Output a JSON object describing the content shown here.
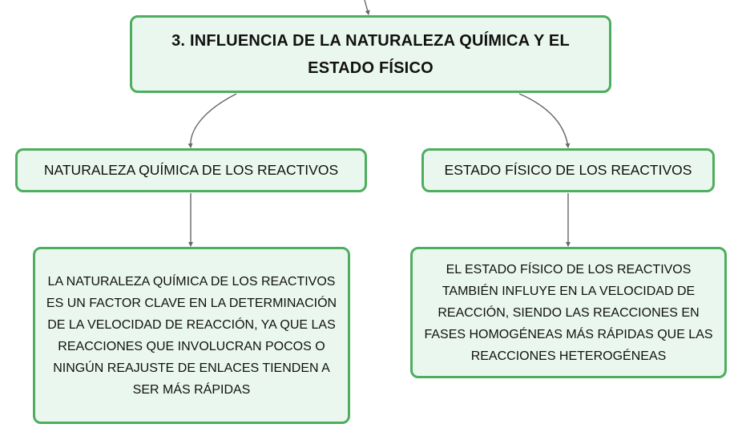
{
  "main_topic": {
    "title": "3. INFLUENCIA DE LA NATURALEZA QUÍMICA Y EL ESTADO FÍSICO"
  },
  "branches": [
    {
      "label": "NATURALEZA QUÍMICA DE LOS REACTIVOS",
      "detail": "LA NATURALEZA QUÍMICA DE LOS REACTIVOS ES UN FACTOR CLAVE EN LA DETERMINACIÓN DE LA VELOCIDAD DE REACCIÓN, YA QUE LAS REACCIONES QUE INVOLUCRAN POCOS O NINGÚN REAJUSTE DE ENLACES TIENDEN A SER MÁS RÁPIDAS"
    },
    {
      "label": "ESTADO FÍSICO DE LOS REACTIVOS",
      "detail": "EL ESTADO FÍSICO DE LOS REACTIVOS TAMBIÉN INFLUYE EN LA VELOCIDAD DE REACCIÓN, SIENDO LAS REACCIONES EN FASES HOMOGÉNEAS MÁS RÁPIDAS QUE LAS REACCIONES HETEROGÉNEAS"
    }
  ],
  "colors": {
    "node_fill": "#eaf7ee",
    "node_border": "#4cae5e",
    "connector": "#666666"
  }
}
